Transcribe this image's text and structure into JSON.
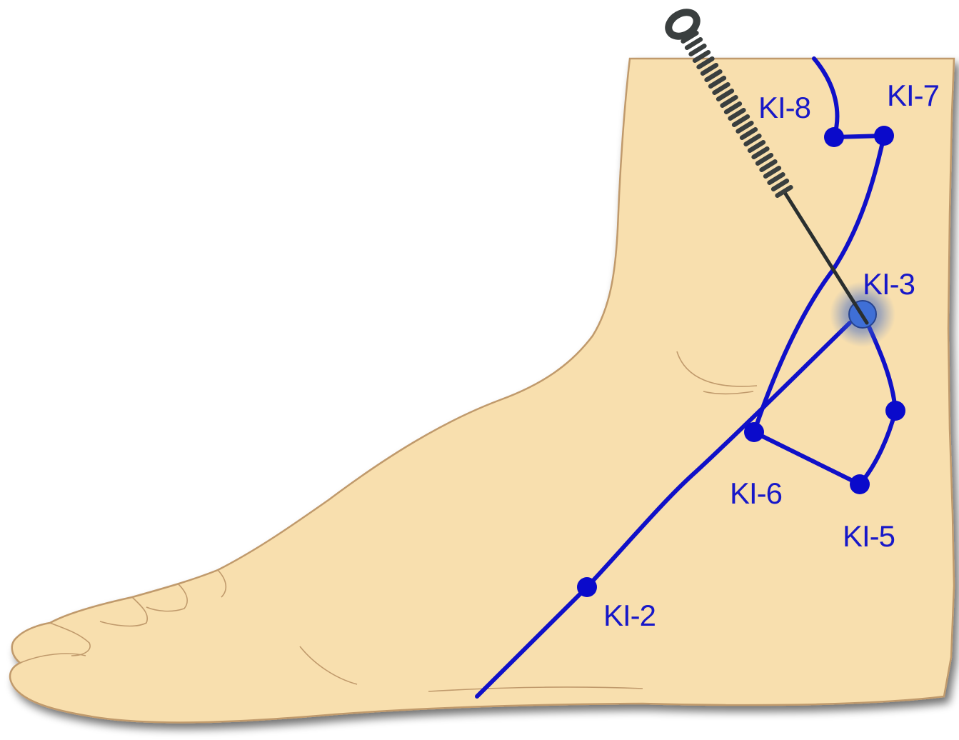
{
  "colors": {
    "skin": "#f8dfae",
    "skin_outline": "#c09a6c",
    "shadow": "#9a9a9a",
    "meridian": "#1010c8",
    "point": "#0a0acb",
    "highlight": "#3f6fd6",
    "label": "#1818c8",
    "needle": "#2a2f2f",
    "needle_handle": "#3a3f3f"
  },
  "points": [
    {
      "id": "KI-2",
      "label": "KI-2"
    },
    {
      "id": "KI-3",
      "label": "KI-3",
      "highlighted": true,
      "needled": true
    },
    {
      "id": "KI-5",
      "label": "KI-5"
    },
    {
      "id": "KI-6",
      "label": "KI-6"
    },
    {
      "id": "KI-7",
      "label": "KI-7"
    },
    {
      "id": "KI-8",
      "label": "KI-8"
    }
  ],
  "unlabeled_points": 1,
  "icons": {
    "needle": "acupuncture-needle-icon",
    "foot": "foot-illustration"
  }
}
